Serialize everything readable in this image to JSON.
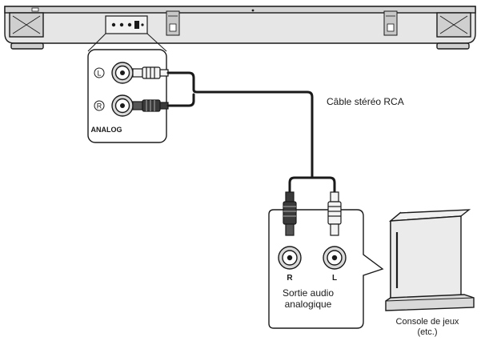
{
  "labels": {
    "cable": "Câble stéréo RCA",
    "output_line1": "Sortie audio",
    "output_line2": "analogique",
    "console_line1": "Console de jeux",
    "console_line2": "(etc.)"
  },
  "soundbar_panel": {
    "jack_left": "L",
    "jack_right": "R",
    "panel_label": "ANALOG"
  },
  "source_panel": {
    "jack_right": "R",
    "jack_left": "L"
  },
  "colors": {
    "line": "#1a1a1a",
    "device_fill": "#e6e6e6",
    "device_dark": "#b9b9b9",
    "plug_dark": "#3a3a3a",
    "plug_light": "#f4f4f4",
    "background": "#ffffff"
  }
}
